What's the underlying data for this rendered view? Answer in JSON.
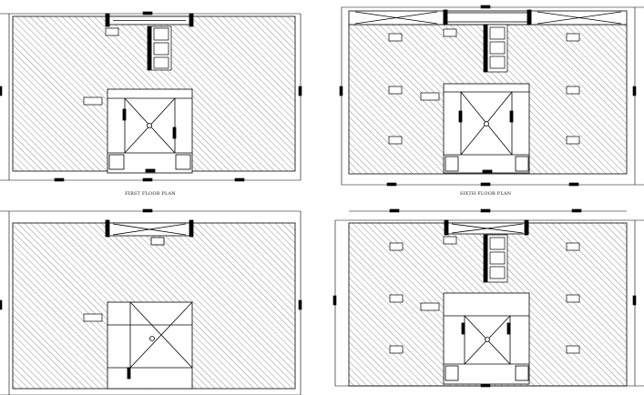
{
  "sheet": {
    "plans": [
      {
        "id": "first",
        "caption": "FIRST FLOOR PLAN"
      },
      {
        "id": "sixth",
        "caption": "SIXTH FLOOR PLAN"
      },
      {
        "id": "lower-left",
        "caption": ""
      },
      {
        "id": "lower-right",
        "caption": ""
      }
    ]
  },
  "colors": {
    "line": "#000000",
    "paper": "#ffffff",
    "hatch": "#555555"
  }
}
